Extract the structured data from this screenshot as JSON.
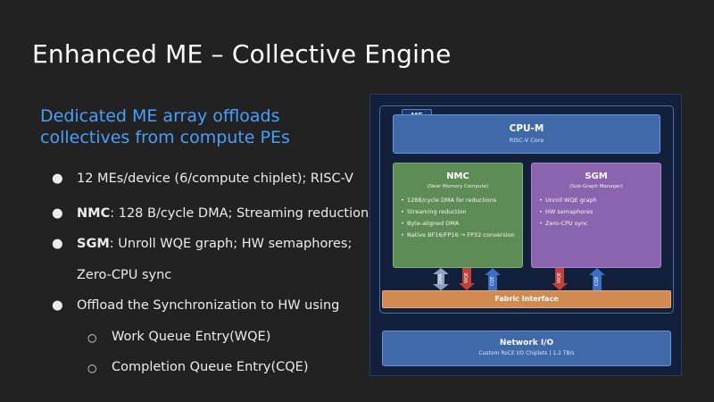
{
  "slide": {
    "title": "Enhanced ME – Collective Engine",
    "subtitle": "Dedicated ME array offloads collectives from compute PEs",
    "bullets": [
      {
        "bold": "",
        "text": "12 MEs/device (6/compute chiplet); RISC-V"
      },
      {
        "bold": "NMC",
        "text": ": 128 B/cycle DMA; Streaming reduction"
      },
      {
        "bold": "SGM",
        "text": ": Unroll WQE graph;  HW semaphores;"
      },
      {
        "bold": "",
        "text": "Zero-CPU sync"
      },
      {
        "bold": "",
        "text": "Offload the Synchronization to HW using"
      }
    ],
    "sub_bullets": [
      "Work Queue Entry(WQE)",
      "Completion Queue Entry(CQE)"
    ],
    "bullet_glyph": "●",
    "sub_bullet_glyph": "○"
  },
  "diagram": {
    "me_tag": "ME",
    "cpu": {
      "title": "CPU-M",
      "subtitle": "RISC-V Core"
    },
    "nmc": {
      "title": "NMC",
      "subtitle": "(Near Memory Compute)",
      "items": [
        "128B/cycle DMA for reductions",
        "Streaming reduction",
        "Byte-aligned DMA",
        "Native BF16/FP16 → FP32 conversion"
      ]
    },
    "sgm": {
      "title": "SGM",
      "subtitle": "(Sub-Graph Manager)",
      "items": [
        "Unroll WQE graph",
        "HW semaphores",
        "Zero-CPU sync"
      ]
    },
    "arrows": {
      "dma": "DMA",
      "wqe": "WQE",
      "cqe": "CQE"
    },
    "fabric": "Fabric Interface",
    "network": {
      "title": "Network I/O",
      "subtitle": "Custom RoCE I/O Chiplets | 1.2 TB/s"
    },
    "colors": {
      "background": "#13203b",
      "cpu": "#3f69a8",
      "nmc": "#5e8c56",
      "sgm": "#8a64ae",
      "fabric": "#d08a52",
      "arrow_red": "#c0403a",
      "arrow_blue": "#3a6fc4",
      "arrow_grey": "#8ea3bf"
    }
  }
}
